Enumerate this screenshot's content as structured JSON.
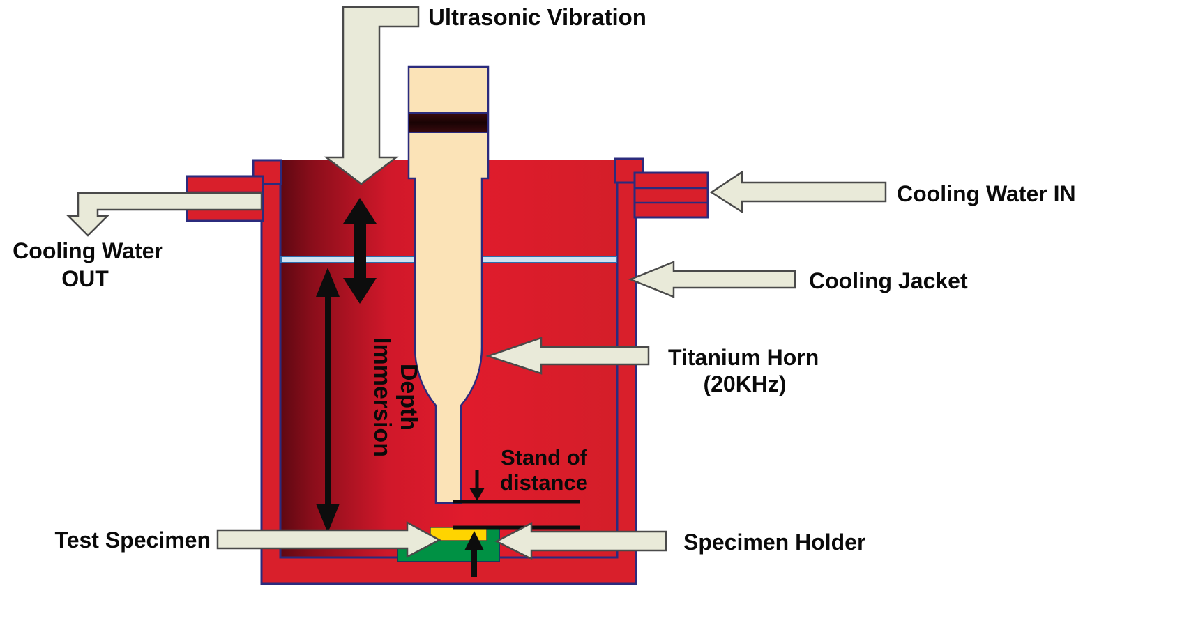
{
  "diagram": {
    "labels": {
      "ultrasonic_vibration": "Ultrasonic Vibration",
      "cooling_water_in": "Cooling Water IN",
      "cooling_water_out_line1": "Cooling Water",
      "cooling_water_out_line2": "OUT",
      "cooling_jacket": "Cooling Jacket",
      "titanium_horn_line1": "Titanium Horn",
      "titanium_horn_line2": "(20KHz)",
      "immersion_line1": "Immersion",
      "immersion_line2": "Depth",
      "standoff_line1": "Stand of",
      "standoff_line2": "distance",
      "test_specimen": "Test Specimen",
      "specimen_holder": "Specimen Holder"
    },
    "colors": {
      "vessel_red": "#d91f2b",
      "vessel_dark_red": "#5f0812",
      "outline_navy": "#2b2b7d",
      "horn_cream": "#fbe3b7",
      "horn_band_dark": "#1c0406",
      "block_arrow_fill": "#e9ead9",
      "block_arrow_stroke": "#4a4a4a",
      "water_line_fill": "#cfe3f2",
      "water_line_edge": "#2e6fad",
      "specimen_yellow": "#ffd400",
      "holder_green": "#009144",
      "annotation_black": "#0d0d0d"
    }
  }
}
